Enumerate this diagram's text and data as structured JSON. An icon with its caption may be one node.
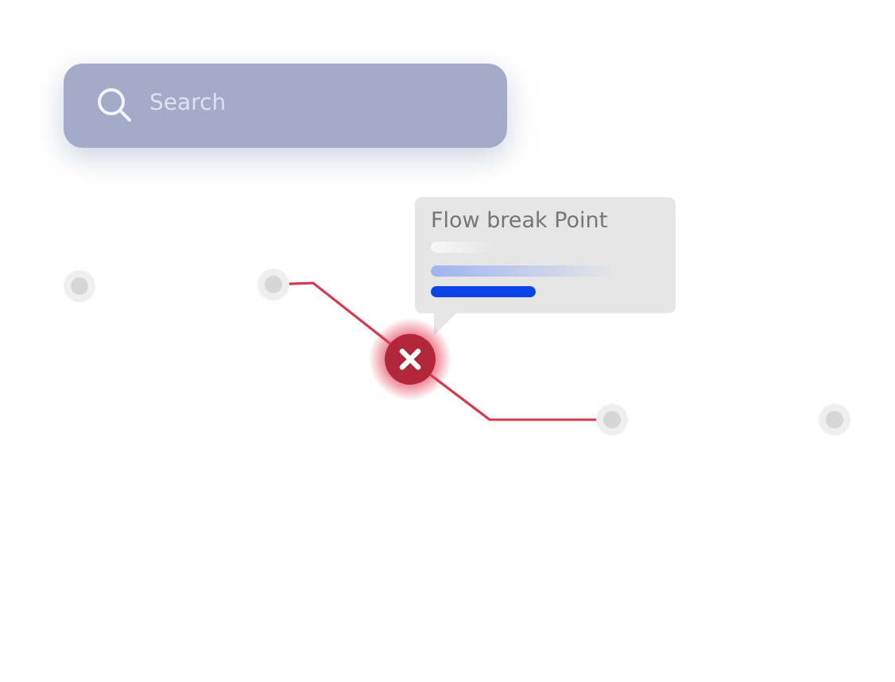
{
  "diagram": {
    "nodes": [
      {
        "text": [
          "Search"
        ]
      },
      {
        "text": [
          "Flow break Point"
        ]
      },
      {
        "text": [],
        "shape": "circle"
      },
      {
        "text": [],
        "shape": "circle"
      },
      {
        "text": [],
        "shape": "circle"
      },
      {
        "text": [],
        "shape": "circle"
      },
      {
        "text": [],
        "shape": "circle"
      }
    ],
    "edges": [
      {
        "from": 3,
        "to": 4,
        "arrow": "none"
      },
      {
        "from": 4,
        "to": 5,
        "arrow": "none"
      }
    ]
  }
}
